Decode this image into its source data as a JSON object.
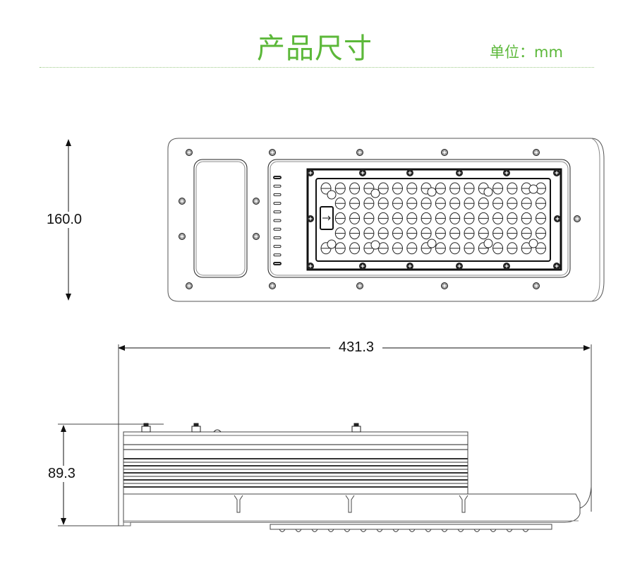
{
  "header": {
    "title": "产品尺寸",
    "unit_label": "单位：mm"
  },
  "dimensions": {
    "height_top_view": "160.0",
    "length": "431.3",
    "height_side_view": "89.3"
  },
  "colors": {
    "accent": "#5cb83a",
    "line": "#222222"
  }
}
